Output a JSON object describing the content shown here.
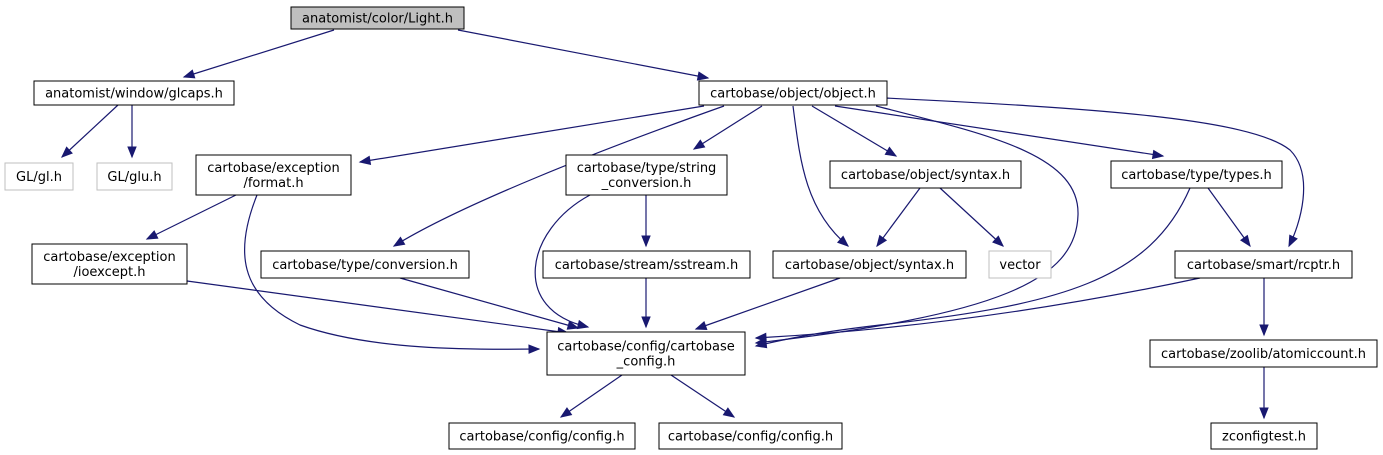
{
  "graph": {
    "edge_color": "#191970",
    "root_fill": "#bfbfbf",
    "missing_border": "#bfbfbf",
    "nodes": [
      {
        "id": "light",
        "lines": [
          "anatomist/color/Light.h"
        ],
        "style": "root"
      },
      {
        "id": "glcaps",
        "lines": [
          "anatomist/window/glcaps.h"
        ],
        "style": "normal"
      },
      {
        "id": "object",
        "lines": [
          "cartobase/object/object.h"
        ],
        "style": "normal"
      },
      {
        "id": "gl",
        "lines": [
          "GL/gl.h"
        ],
        "style": "missing"
      },
      {
        "id": "glu",
        "lines": [
          "GL/glu.h"
        ],
        "style": "missing"
      },
      {
        "id": "format",
        "lines": [
          "cartobase/exception",
          "/format.h"
        ],
        "style": "normal"
      },
      {
        "id": "strconv",
        "lines": [
          "cartobase/type/string",
          "_conversion.h"
        ],
        "style": "normal"
      },
      {
        "id": "syntaxh1",
        "lines": [
          "cartobase/object/syntax.h"
        ],
        "style": "normal"
      },
      {
        "id": "types",
        "lines": [
          "cartobase/type/types.h"
        ],
        "style": "normal"
      },
      {
        "id": "ioexcept",
        "lines": [
          "cartobase/exception",
          "/ioexcept.h"
        ],
        "style": "normal"
      },
      {
        "id": "conversion",
        "lines": [
          "cartobase/type/conversion.h"
        ],
        "style": "normal"
      },
      {
        "id": "sstream",
        "lines": [
          "cartobase/stream/sstream.h"
        ],
        "style": "normal"
      },
      {
        "id": "syntaxh2",
        "lines": [
          "cartobase/object/syntax.h"
        ],
        "style": "normal"
      },
      {
        "id": "vector",
        "lines": [
          "vector"
        ],
        "style": "missing"
      },
      {
        "id": "rcptr",
        "lines": [
          "cartobase/smart/rcptr.h"
        ],
        "style": "normal"
      },
      {
        "id": "cbconfig",
        "lines": [
          "cartobase/config/cartobase",
          "_config.h"
        ],
        "style": "normal"
      },
      {
        "id": "atomic",
        "lines": [
          "cartobase/zoolib/atomiccount.h"
        ],
        "style": "normal"
      },
      {
        "id": "config1",
        "lines": [
          "cartobase/config/config.h"
        ],
        "style": "normal"
      },
      {
        "id": "config2",
        "lines": [
          "cartobase/config/config.h"
        ],
        "style": "normal"
      },
      {
        "id": "zconfig",
        "lines": [
          "zconfigtest.h"
        ],
        "style": "normal"
      }
    ],
    "edges": [
      {
        "from": "light",
        "to": "glcaps"
      },
      {
        "from": "light",
        "to": "object"
      },
      {
        "from": "glcaps",
        "to": "gl"
      },
      {
        "from": "glcaps",
        "to": "glu"
      },
      {
        "from": "object",
        "to": "format"
      },
      {
        "from": "object",
        "to": "conversion"
      },
      {
        "from": "object",
        "to": "strconv"
      },
      {
        "from": "object",
        "to": "syntaxh1"
      },
      {
        "from": "object",
        "to": "syntaxh2"
      },
      {
        "from": "object",
        "to": "types"
      },
      {
        "from": "object",
        "to": "rcptr"
      },
      {
        "from": "object",
        "to": "cbconfig"
      },
      {
        "from": "format",
        "to": "ioexcept"
      },
      {
        "from": "format",
        "to": "cbconfig"
      },
      {
        "from": "ioexcept",
        "to": "cbconfig"
      },
      {
        "from": "conversion",
        "to": "cbconfig"
      },
      {
        "from": "strconv",
        "to": "sstream"
      },
      {
        "from": "strconv",
        "to": "cbconfig"
      },
      {
        "from": "sstream",
        "to": "cbconfig"
      },
      {
        "from": "syntaxh1",
        "to": "syntaxh2"
      },
      {
        "from": "syntaxh1",
        "to": "vector"
      },
      {
        "from": "syntaxh2",
        "to": "cbconfig"
      },
      {
        "from": "types",
        "to": "rcptr"
      },
      {
        "from": "types",
        "to": "cbconfig"
      },
      {
        "from": "rcptr",
        "to": "cbconfig"
      },
      {
        "from": "rcptr",
        "to": "atomic"
      },
      {
        "from": "cbconfig",
        "to": "config1"
      },
      {
        "from": "cbconfig",
        "to": "config2"
      },
      {
        "from": "atomic",
        "to": "zconfig"
      }
    ]
  }
}
